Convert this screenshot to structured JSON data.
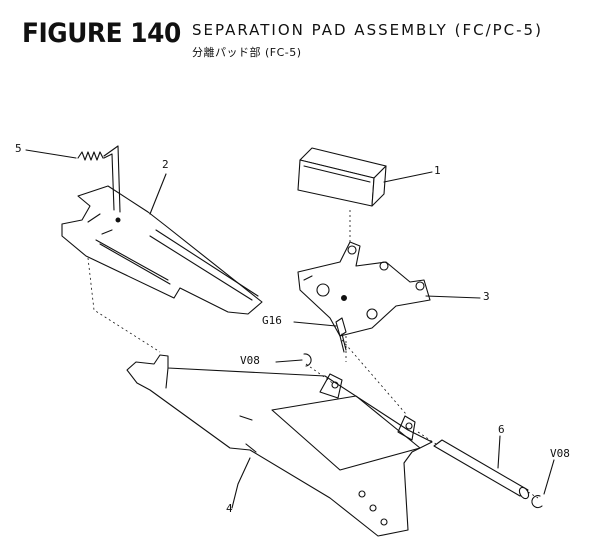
{
  "figure": {
    "number": "FIGURE 140",
    "title": "SEPARATION PAD ASSEMBLY (FC/PC-5)",
    "subtitle": "分離パッド部 (FC-5)"
  },
  "callouts": {
    "c1": "1",
    "c2": "2",
    "c3": "3",
    "c4": "4",
    "c5": "5",
    "c6": "6",
    "g16": "G16",
    "v08a": "V08",
    "v08b": "V08"
  }
}
